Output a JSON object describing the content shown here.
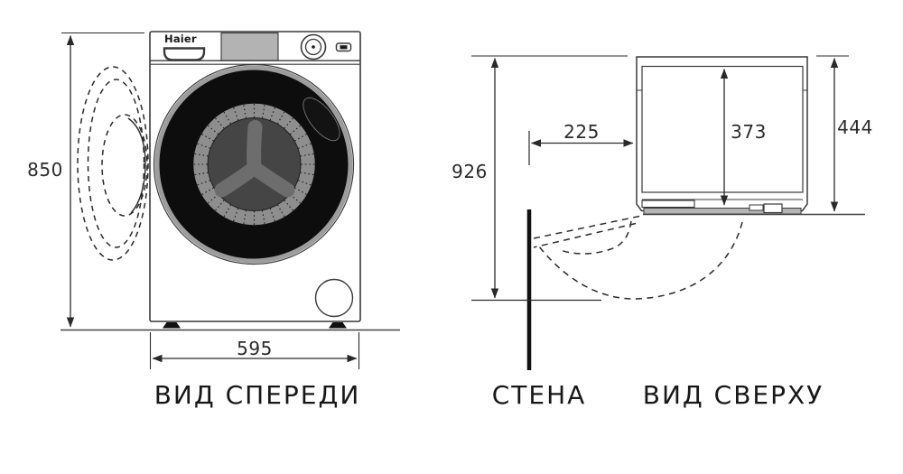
{
  "front_view": {
    "title": "ВИД СПЕРЕДИ",
    "brand_logo": "Haier",
    "height_mm": "850",
    "width_mm": "595"
  },
  "top_view": {
    "title": "ВИД СВЕРХУ",
    "wall_label": "СТЕНА",
    "wall_clearance_mm": "926",
    "wall_offset_mm": "225",
    "door_swing_depth_mm": "373",
    "machine_depth_mm": "444"
  },
  "icons": {
    "knob": "program-knob-icon",
    "power_button": "power-button-icon",
    "drawer": "detergent-drawer-icon"
  },
  "colors": {
    "outline": "#3a3a3a",
    "dimension_line": "#2a2a2a",
    "panel_gray": "#b3b3b3",
    "door_black": "#0d0d0d",
    "rim_silver": "#9c9c9c",
    "perforation_gray": "#8e8e8e",
    "drum_dark": "#454545",
    "paddle_gray": "#6d6d6d",
    "front_strip_gray": "#b5b5b5",
    "wall_black": "#111111"
  }
}
